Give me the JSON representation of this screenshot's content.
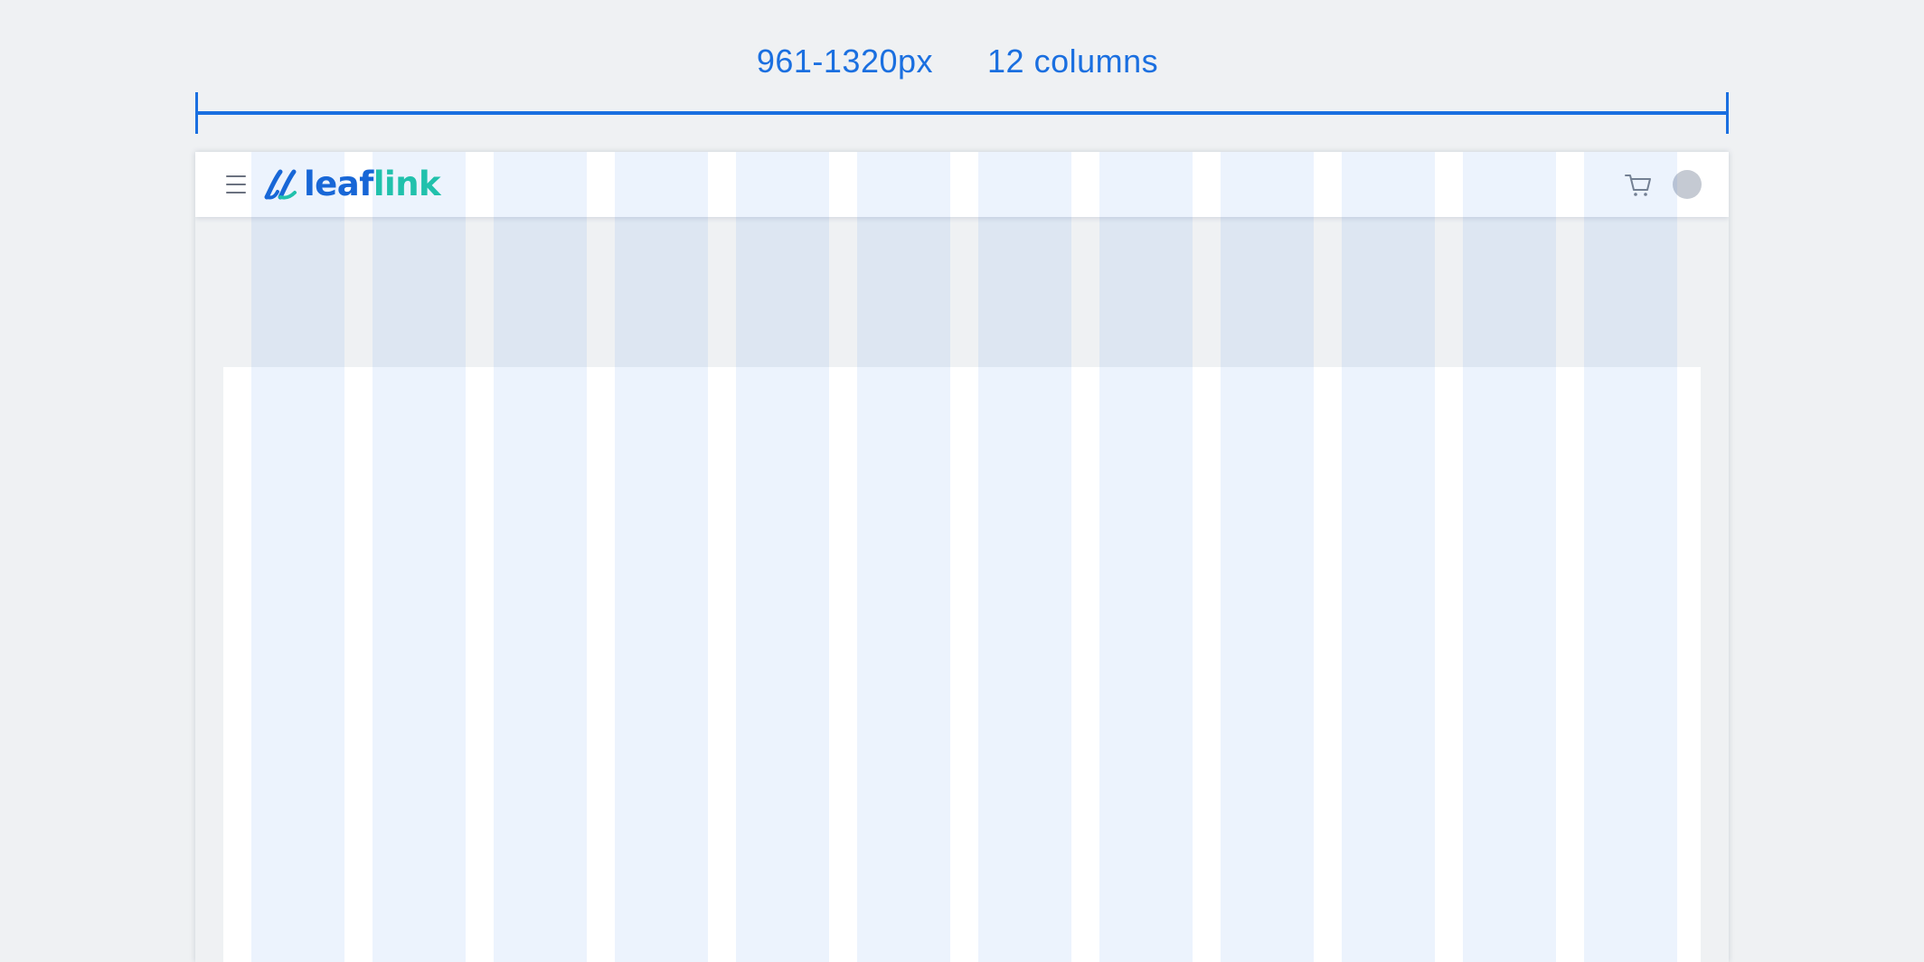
{
  "spec": {
    "range_label": "961-1320px",
    "columns_label": "12 columns",
    "column_count": 12,
    "accent_color": "#1a6fe0"
  },
  "header": {
    "menu_icon": "hamburger-menu-icon",
    "logo": {
      "text_part1": "leaf",
      "text_part2": "link",
      "color_part1": "#1766d6",
      "color_part2": "#20c9a6"
    },
    "cart_icon": "shopping-cart-icon",
    "avatar_color": "#c5cad3"
  },
  "colors": {
    "page_background": "#eff1f3",
    "card_background": "#ffffff",
    "grid_column": "rgba(40,120,235,0.09)"
  }
}
